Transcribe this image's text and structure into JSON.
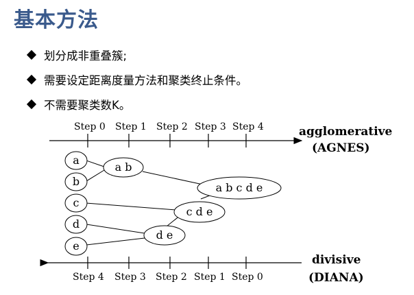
{
  "title": "基本方法",
  "bullets": [
    "划分成非重叠簇;",
    "需要设定距离度量方法和聚类终止条件。",
    "不需要聚类数K。"
  ],
  "diagram": {
    "top_steps": [
      "Step 0",
      "Step 1",
      "Step 2",
      "Step 3",
      "Step 4"
    ],
    "bottom_steps": [
      "Step 4",
      "Step 3",
      "Step 2",
      "Step 1",
      "Step 0"
    ],
    "agnes_label": "agglomerative",
    "agnes_abbr": "(AGNES)",
    "diana_label": "divisive",
    "diana_abbr": "(DIANA)",
    "nodes": {
      "a": "a",
      "b": "b",
      "c": "c",
      "d": "d",
      "e": "e",
      "ab": "a b",
      "de": "d e",
      "cde": "c d e",
      "abcde": "a b c d e"
    }
  }
}
